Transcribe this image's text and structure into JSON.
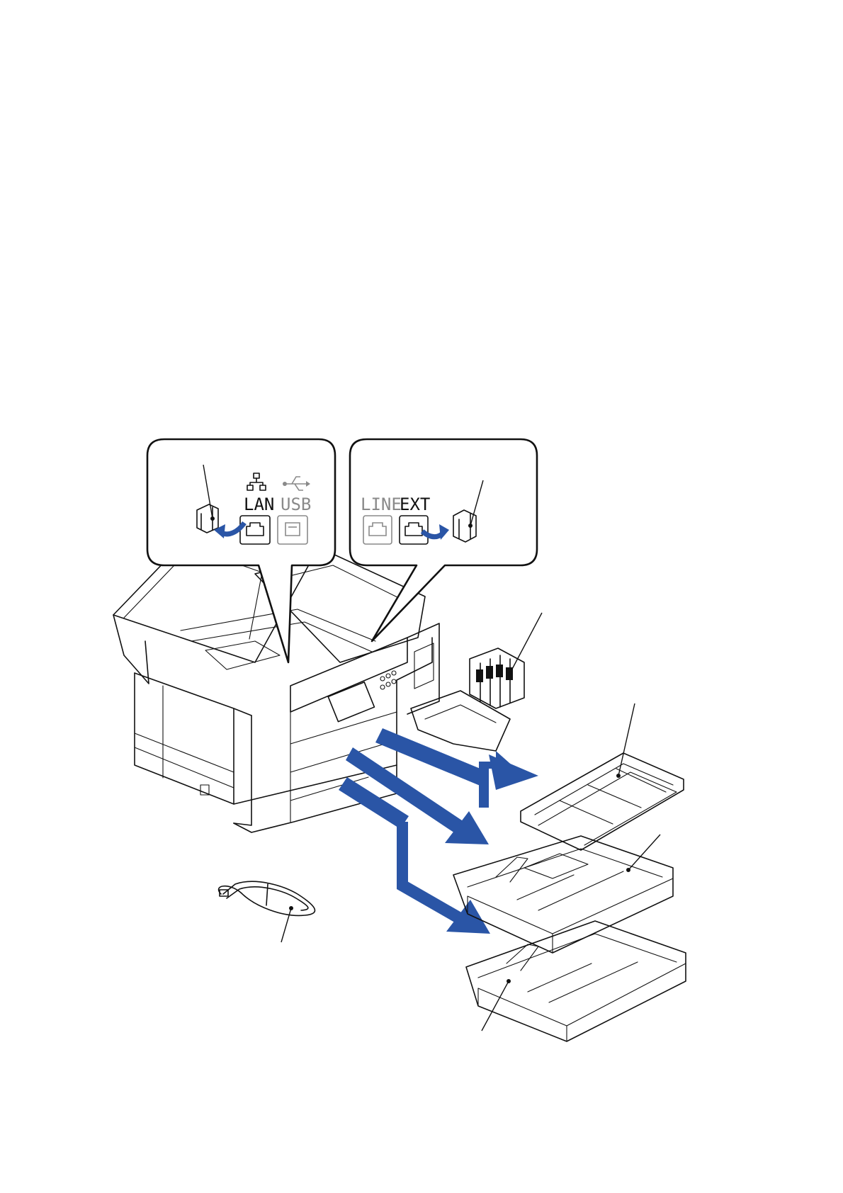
{
  "callout_left": {
    "ports": [
      {
        "label": "LAN",
        "icon": "network-icon",
        "color": "#111111"
      },
      {
        "label": "USB",
        "icon": "usb-icon",
        "color": "#8a8a8a"
      }
    ]
  },
  "callout_right": {
    "ports": [
      {
        "label": "LINE",
        "icon": "phone-jack-icon",
        "color": "#8a8a8a"
      },
      {
        "label": "EXT",
        "icon": "phone-jack-icon",
        "color": "#111111"
      }
    ]
  },
  "colors": {
    "arrow_blue": "#2a55a6",
    "line": "#111111",
    "inactive": "#8a8a8a"
  }
}
